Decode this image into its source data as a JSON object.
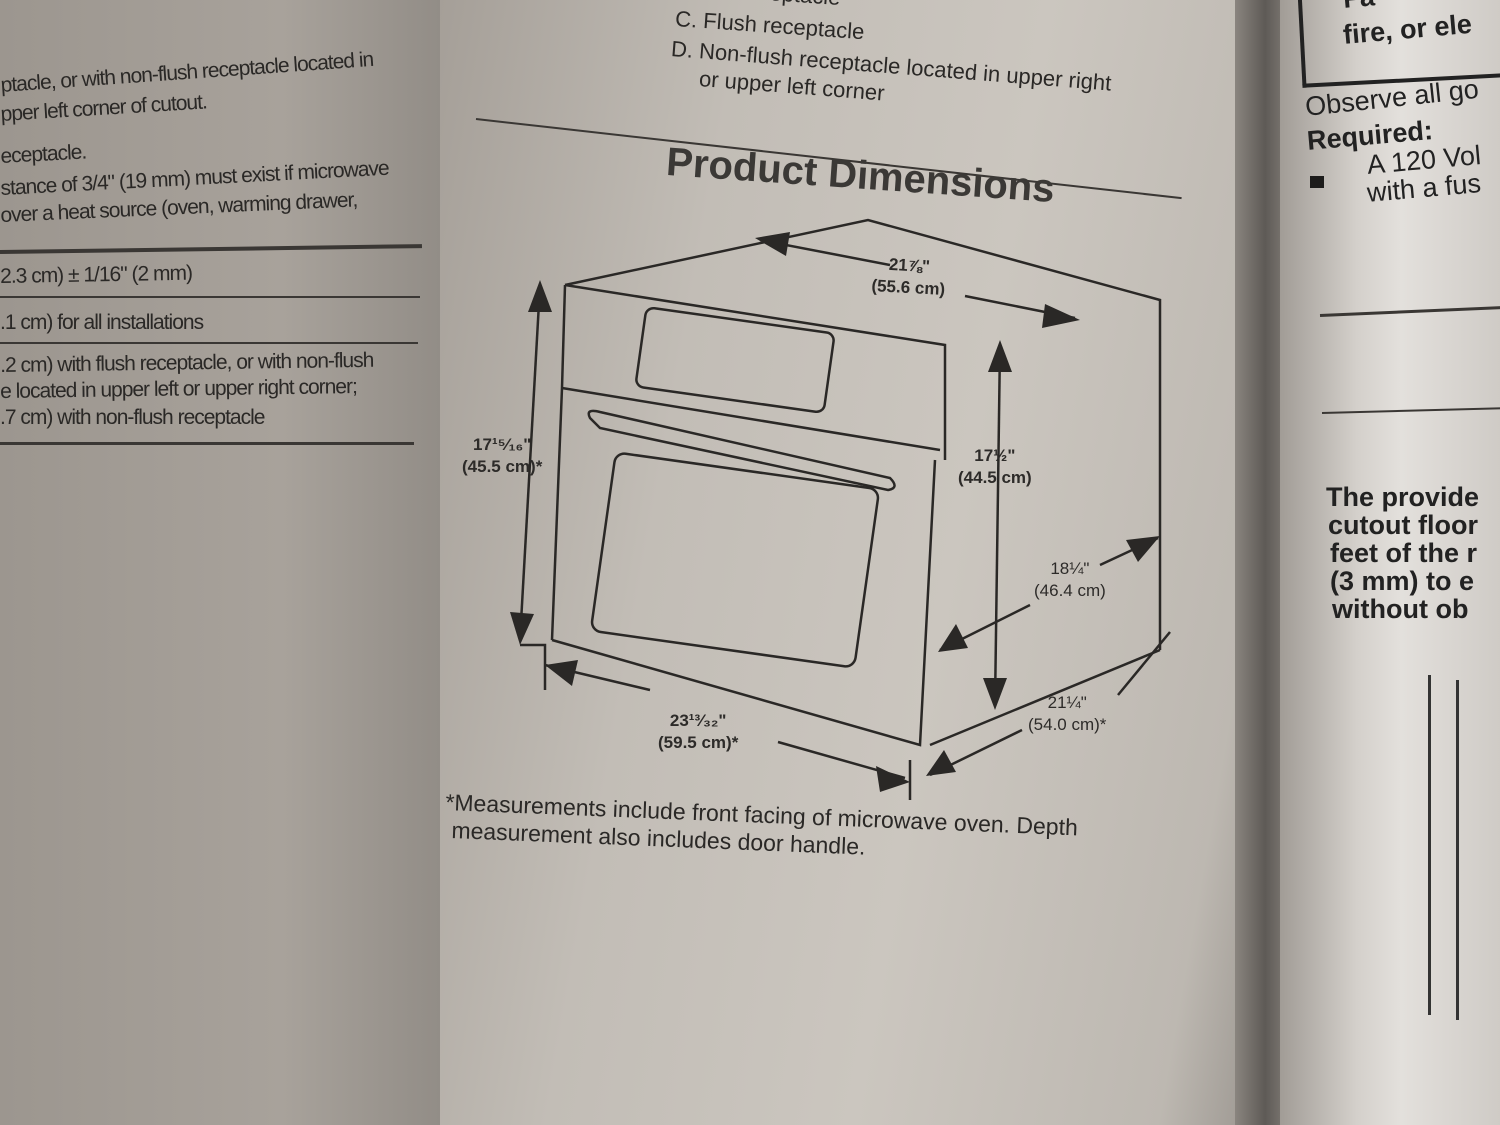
{
  "left_page": {
    "lines": [
      "ptacle, or with non-flush receptacle located in",
      "pper left corner of cutout.",
      "eceptacle.",
      "stance of 3/4\" (19 mm) must exist if microwave",
      "over a heat source (oven, warming drawer,",
      "2.3 cm) ± 1/16\" (2 mm)",
      ".1 cm) for all installations",
      ".2 cm) with flush receptacle, or with non-flush",
      "e located in upper left or upper right corner;",
      ".7 cm) with non-flush receptacle"
    ]
  },
  "center_page": {
    "top_partial": "receptacle",
    "item_c": "C. Flush receptacle",
    "item_d_line1": "D. Non-flush receptacle located in upper right",
    "item_d_line2": "or upper left corner",
    "section_title": "Product Dimensions",
    "dimensions": {
      "top_width": {
        "in": "21⅞\"",
        "cm": "(55.6 cm)"
      },
      "front_height": {
        "in": "17¹⁵⁄₁₆\"",
        "cm": "(45.5 cm)*"
      },
      "side_height": {
        "in": "17½\"",
        "cm": "(44.5 cm)"
      },
      "inner_depth": {
        "in": "18¼\"",
        "cm": "(46.4 cm)"
      },
      "overall_depth": {
        "in": "21¼\"",
        "cm": "(54.0 cm)*"
      },
      "front_width": {
        "in": "23¹³⁄₃₂\"",
        "cm": "(59.5 cm)*"
      }
    },
    "footnote_line1": "*Measurements include front facing of microwave oven. Depth",
    "footnote_line2": "measurement also includes door handle."
  },
  "right_page": {
    "warning_line1": "Fa",
    "warning_line2": "fire, or ele",
    "observe": "Observe all go",
    "required": "Required:",
    "bullet_line1": "A 120 Vol",
    "bullet_line2": "with a fus",
    "para": [
      "The provide",
      "cutout floor",
      "feet of the r",
      "(3 mm) to e",
      "without ob"
    ]
  }
}
